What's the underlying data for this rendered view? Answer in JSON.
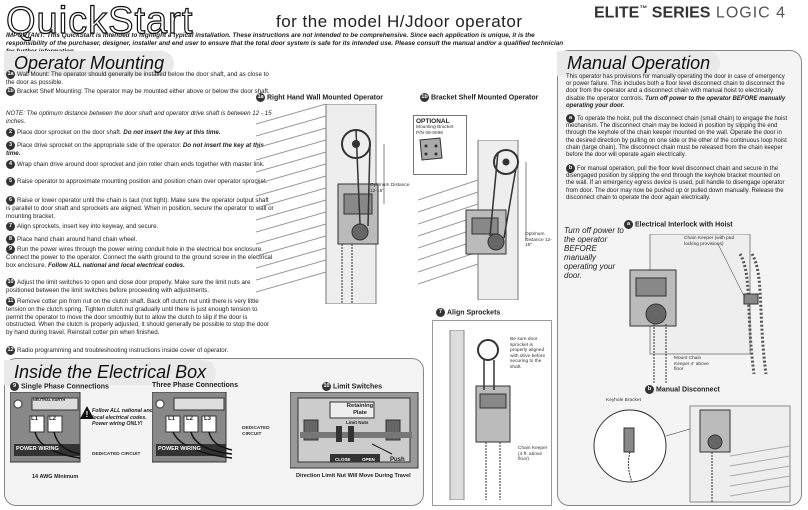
{
  "header": {
    "title": "QuickStart",
    "subtitle": "for the model H/Jdoor operator",
    "brand": "ELITE",
    "tm": "™",
    "series": " SERIES",
    "logic": " LOGIC 4",
    "important": "IMPORTANT:  This QuickStart is intended to highlight a typical installation. These instructions are not intended to be comprehensive. Since each application is unique, it is the responsibility of the purchaser, designer, installer and end user to ensure that the total door system is safe for its intended use. Please consult the manual and/or a qualified technician for further information."
  },
  "operator_mounting": {
    "heading": "Operator Mounting",
    "steps": [
      {
        "num": "1a",
        "text": "Wall Mount: The operator should generally be installed below the door shaft, and as close to the door as possible."
      },
      {
        "num": "1b",
        "text": "Bracket Shelf Mounting: The operator may be mounted either above or below the door shaft."
      },
      {
        "num": "",
        "text": "NOTE: The optimum distance between the door shaft and operator drive shaft is between 12 - 15 inches."
      },
      {
        "num": "2",
        "text": "Place door sprocket on the door shaft.",
        "bold": "Do not insert the key at this time."
      },
      {
        "num": "3",
        "text": "Place drive sprocket on the appropriate side of the operator.",
        "bold": "Do not insert the key at this time."
      },
      {
        "num": "4",
        "text": "Wrap chain drive around door sprocket and join roller chain ends together with master link."
      },
      {
        "num": "5",
        "text": "Raise operator to approximate mounting position and position chain over operator sprocket."
      },
      {
        "num": "6",
        "text": "Raise or lower operator until the chain is taut (not tight). Make sure the operator output shaft is parallel to door shaft and sprockets are aligned. When in position, secure the operator to wall or mounting bracket."
      },
      {
        "num": "7",
        "text": "Align sprockets, insert key into keyway, and secure."
      },
      {
        "num": "8",
        "text": "Place hand chain around hand chain wheel."
      },
      {
        "num": "9",
        "text": "Run the power wires through the power wiring conduit hole in the electrical box enclosure. Connect the power to the operator. Connect the earth ground to the ground screw in the electrical box enclosure.",
        "bold": "Follow ALL national and local electrical codes."
      },
      {
        "num": "10",
        "text": "Adjust the limit switches to open and close door properly. Make sure the limit nuts are positioned between the limit switches before proceeding with adjustments."
      },
      {
        "num": "11",
        "text": "Remove cotter pin from nut on the clutch shaft. Back off clutch nut until there is very little tension on the clutch spring. Tighten clutch nut gradually until there is just enough tension to permit the operator to move the door smoothly but to allow the clutch to slip if the door is obstructed. When the clutch is properly adjusted, it should generally be possible to stop the door by hand during travel. Reinstall cotter pin when finished."
      },
      {
        "num": "12",
        "text": "Radio programming and troubleshooting instructions inside cover of operator."
      }
    ]
  },
  "figures": {
    "rh_wall": "Right Hand Wall Mounted Operator",
    "bracket_shelf": "Bracket Shelf Mounted Operator",
    "optional": "OPTIONAL",
    "mounting_bracket": "Mounting Bracket",
    "pn": "P/N 08-9098",
    "optimum1": "Optimum Distance 12-15\"",
    "optimum2": "Optimum Distance 12-15\"",
    "align": "Align Sprockets",
    "be_sure": "Be sure door sprocket is properly aligned with drive before securing to the shaft.",
    "chain_keeper": "Chain Keeper (4 ft. above floor)"
  },
  "electrical": {
    "heading": "Inside the Electrical Box",
    "single": "Single Phase Connections",
    "three": "Three Phase Connections",
    "limit": "Limit Switches",
    "warning": "Follow ALL national and local electrical codes. Power wiring ONLY!",
    "power_wiring": "POWER WIRING",
    "power_wiring2": "POWER WIRING",
    "dedicated": "DEDICATED CIRCUIT",
    "dedicated2": "DEDICATED CIRCUIT",
    "awg": "14 AWG Minimum",
    "retaining": "Retaining Plate",
    "limit_nuts": "Limit Nuts",
    "push": "Push",
    "close": "CLOSE",
    "open": "OPEN",
    "direction": "Direction Limit Nut Will Move During Travel",
    "l1": "L1",
    "l2": "L2",
    "l3": "L3",
    "neutral": "NEUTRAL EARTH"
  },
  "manual_operation": {
    "heading": "Manual Operation",
    "intro": "This operator has provisions for manually operating the door in case of emergency or power failure. This includes both a floor level disconnect chain to disconnect the door from the operator and a disconnect chain with manual hoist to electrically disable the operator controls.",
    "intro_bold": "Turn off power to the operator BEFORE manually operating your door.",
    "a_text": "To operate the hoist, pull the disconnect chain (small chain) to engage the hoist mechanism. The disconnect chain may be locked in position by slipping the end through the keyhole of the chain keeper mounted on the wall. Operate the door in the desired direction by pulling on one side or the other of the continuous loop hoist chain (large chain). The disconnect chain must be released from the chain keeper before the door will operate again electrically.",
    "b_text": "For manual operation, pull the floor level disconnect chain and secure in the disengaged position by slipping the end through the keyhole bracket mounted on the wall. If an emergency egress device is used, pull handle to disengage operator from door. The door may now be pushed up or pulled down manually. Release the disconnect chain to operate the door again electrically.",
    "interlock": "Electrical Interlock with Hoist",
    "turn_off": "Turn off power to the operator BEFORE manually operating your door.",
    "chain_keeper": "Chain Keeper (with pad locking provisions)",
    "mount_keeper": "Mount Chain Keeper 4' above floor",
    "disconnect": "Manual Disconnect",
    "keyhole": "Keyhole Bracket",
    "a": "a",
    "b": "b"
  }
}
